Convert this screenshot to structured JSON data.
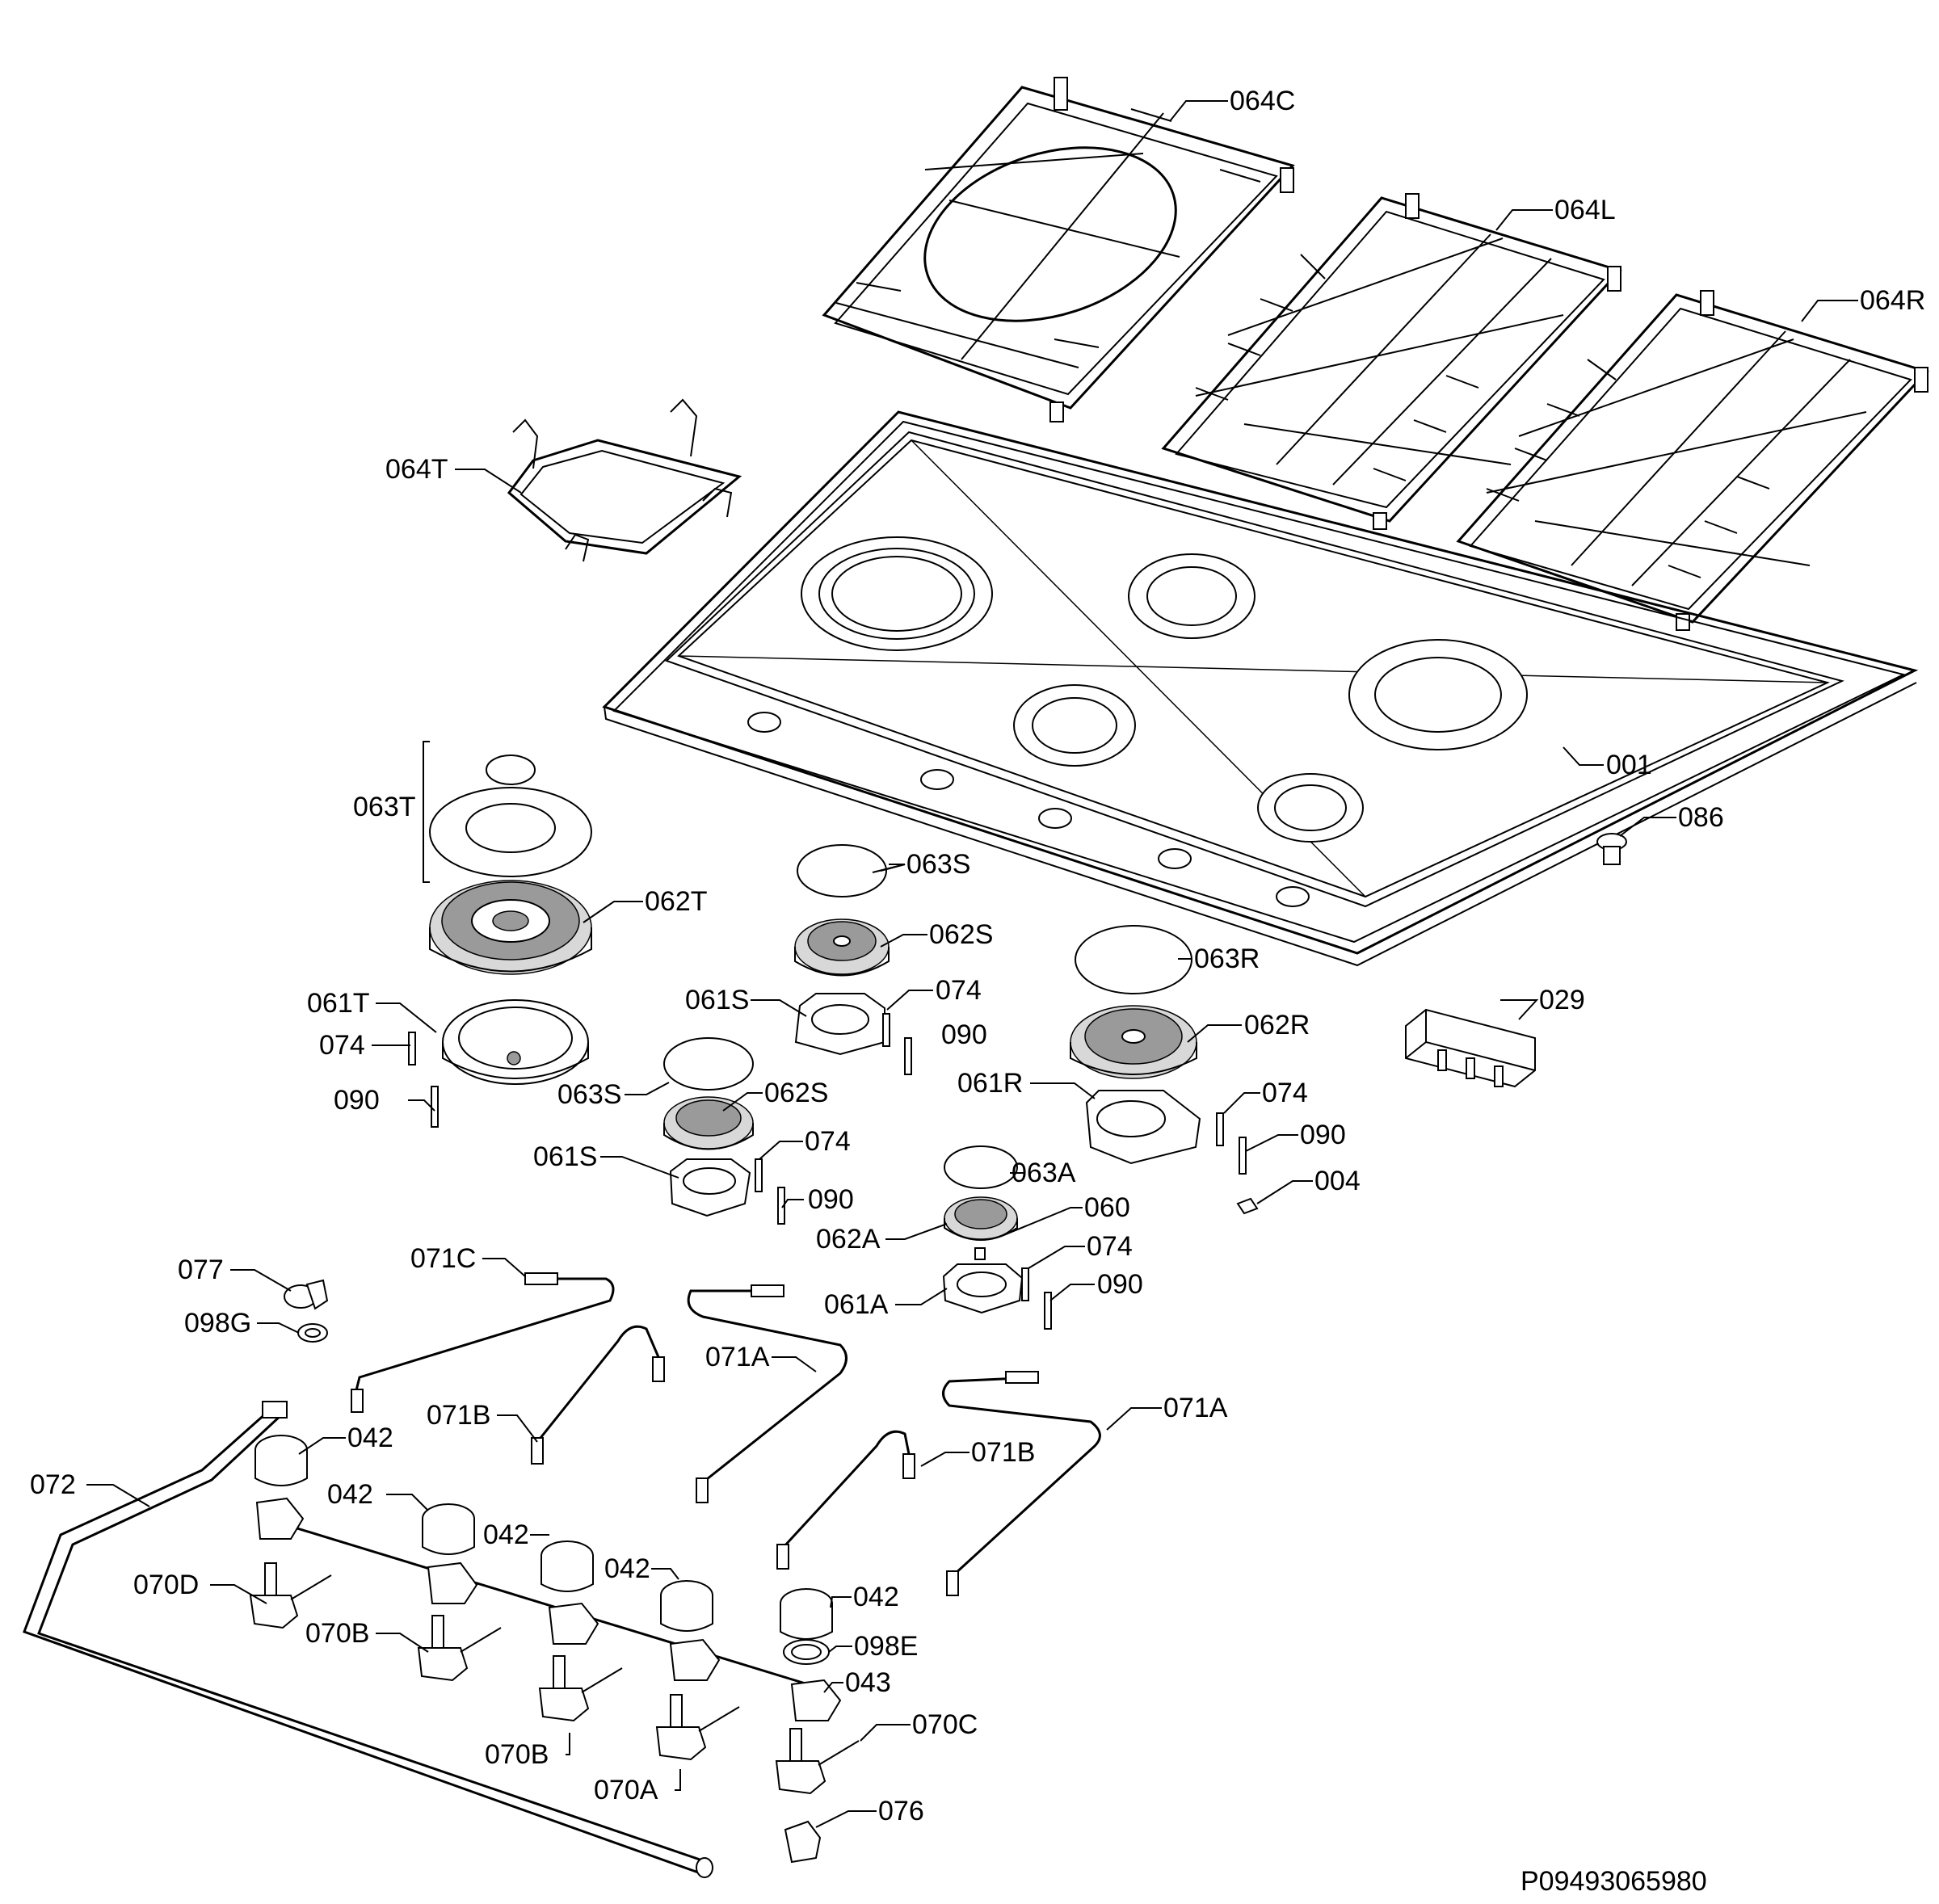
{
  "diagram_code": "P09493065980",
  "labels": {
    "l064C": "064C",
    "l064L": "064L",
    "l064R": "064R",
    "l064T": "064T",
    "l001": "001",
    "l086": "086",
    "l063T": "063T",
    "l062T": "062T",
    "l063S_a": "063S",
    "l062S_a": "062S",
    "l061S_a": "061S",
    "l074_a": "074",
    "l090_a": "090",
    "l063R": "063R",
    "l062R": "062R",
    "l029": "029",
    "l061T": "061T",
    "l074_b": "074",
    "l090_b": "090",
    "l063S_b": "063S",
    "l062S_b": "062S",
    "l061R": "061R",
    "l074_c": "074",
    "l090_c": "090",
    "l061S_b": "061S",
    "l074_d": "074",
    "l063A": "063A",
    "l004": "004",
    "l090_d": "090",
    "l060": "060",
    "l062A": "062A",
    "l074_e": "074",
    "l077": "077",
    "l071C": "071C",
    "l061A": "061A",
    "l090_e": "090",
    "l098G": "098G",
    "l071A_a": "071A",
    "l071A_b": "071A",
    "l071B_a": "071B",
    "l071B_b": "071B",
    "l042_a": "042",
    "l072": "072",
    "l042_b": "042",
    "l042_c": "042",
    "l042_d": "042",
    "l042_e": "042",
    "l070D": "070D",
    "l098E": "098E",
    "l070B_a": "070B",
    "l043": "043",
    "l070C": "070C",
    "l070B_b": "070B",
    "l070A": "070A",
    "l076": "076"
  }
}
